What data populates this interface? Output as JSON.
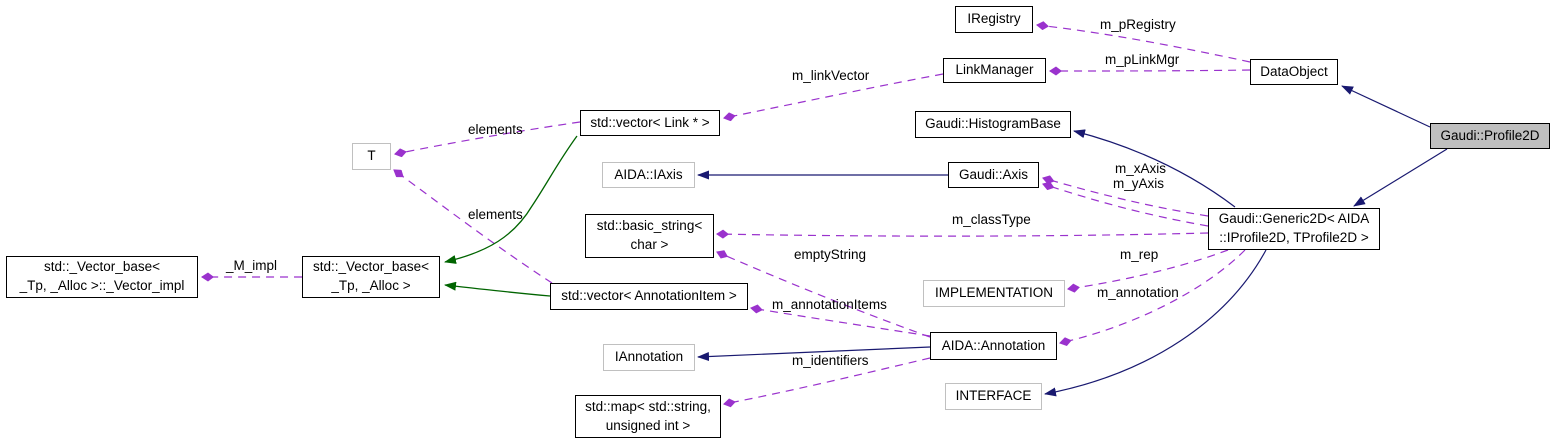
{
  "diagram": {
    "kind": "class-collaboration-graph",
    "focus_node": "Gaudi::Profile2D"
  },
  "colors": {
    "dependency_edge": "#9a32cd",
    "inheritance_edge": "#191970",
    "template_edge": "#006400",
    "focus_fill": "#bfbfbf",
    "muted_border": "#c0c0c0",
    "node_border": "#000000",
    "background": "#ffffff"
  },
  "nodes": {
    "iregistry": "IRegistry",
    "linkmanager": "LinkManager",
    "dataobject": "DataObject",
    "profile2d": "Gaudi::Profile2D",
    "vector_link": "std::vector< Link * >",
    "histogrambase": "Gaudi::HistogramBase",
    "t": "T",
    "aida_iaxis": "AIDA::IAxis",
    "gaudi_axis": "Gaudi::Axis",
    "basic_string": "std::basic_string<\nchar >",
    "generic2d": "Gaudi::Generic2D< AIDA\n::IProfile2D, TProfile2D >",
    "vector_impl": "std::_Vector_base<\n_Tp, _Alloc >::_Vector_impl",
    "vector_base": "std::_Vector_base<\n_Tp, _Alloc >",
    "vector_annotationitem": "std::vector< AnnotationItem >",
    "implementation": "IMPLEMENTATION",
    "annotation": "AIDA::Annotation",
    "iannotation": "IAnnotation",
    "interface": "INTERFACE",
    "map_string_uint": "std::map< std::string,\nunsigned int >"
  },
  "edge_labels": {
    "m_pRegistry": "m_pRegistry",
    "m_pLinkMgr": "m_pLinkMgr",
    "m_linkVector": "m_linkVector",
    "elements": "elements",
    "m_xAxis": "m_xAxis",
    "m_yAxis": "m_yAxis",
    "m_classType": "m_classType",
    "emptyString": "emptyString",
    "m_impl": "_M_impl",
    "m_rep": "m_rep",
    "m_annotation": "m_annotation",
    "m_annotationItems": "m_annotationItems",
    "m_identifiers": "m_identifiers"
  }
}
